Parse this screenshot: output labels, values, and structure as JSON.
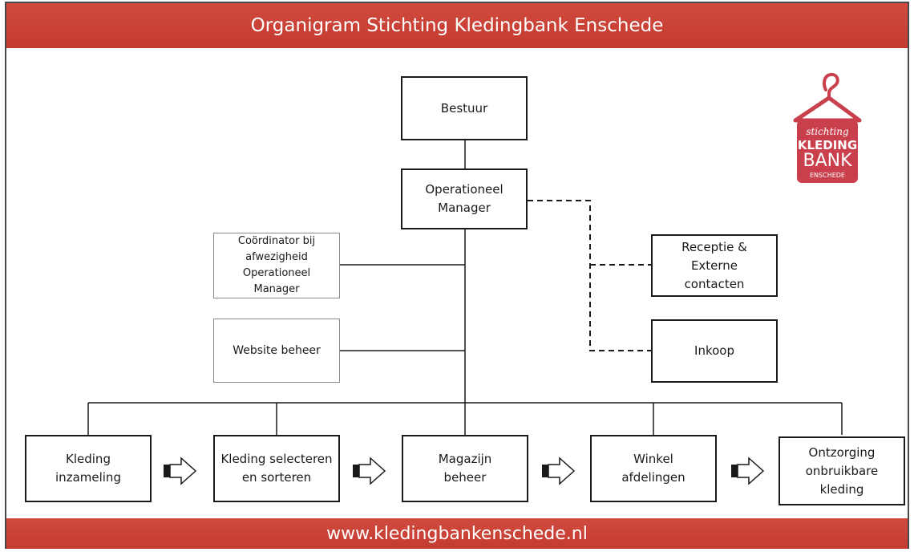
{
  "header": {
    "title": "Organigram Stichting Kledingbank Enschede"
  },
  "footer": {
    "url": "www.kledingbankenschede.nl"
  },
  "logo": {
    "line1": "stichting",
    "line2": "KLEDING",
    "line3": "BANK",
    "line4": "ENSCHEDE",
    "color": "#c9404c"
  },
  "nodes": {
    "bestuur": "Bestuur",
    "operationeel_manager": "Operationeel\nManager",
    "coordinator": "Coördinator bij\nafwezigheid\nOperationeel\nManager",
    "website": "Website beheer",
    "receptie": "Receptie &\nExterne\ncontacten",
    "inkoop": "Inkoop",
    "kleding_inzameling": "Kleding\ninzameling",
    "kleding_selecteren": "Kleding selecteren\nen sorteren",
    "magazijn": "Magazijn\nbeheer",
    "winkel": "Winkel\nafdelingen",
    "ontzorging": "Ontzorging\nonbruikbare\nkleding"
  },
  "colors": {
    "banner": "#c43b30",
    "line": "#1a1a1a"
  }
}
